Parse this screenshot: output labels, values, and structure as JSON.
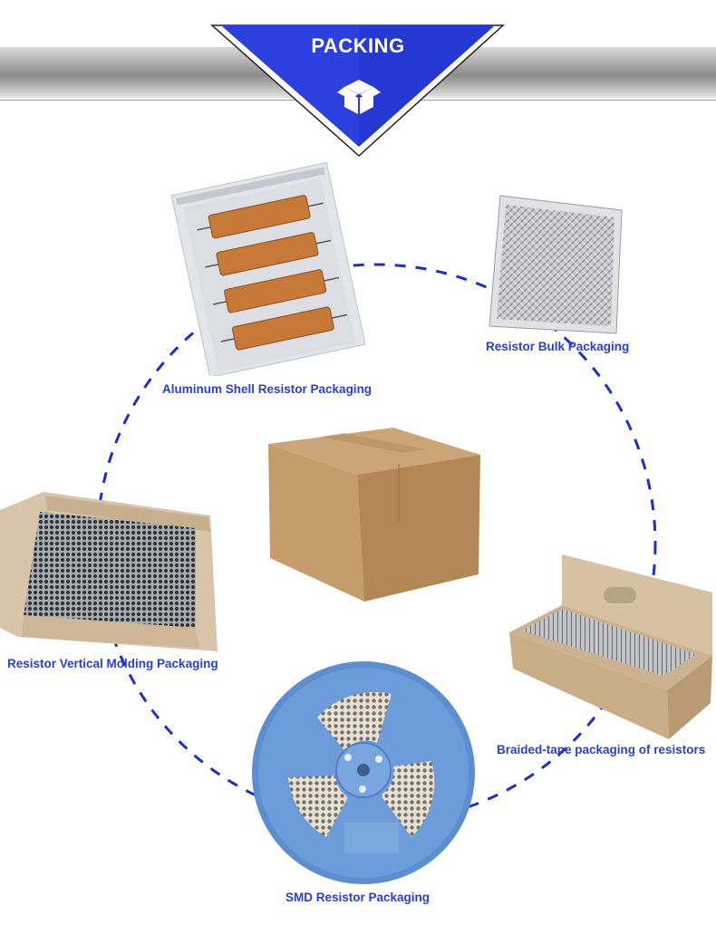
{
  "header": {
    "title": "PACKING",
    "icon": "box-icon",
    "colors": {
      "banner": "#2a3bd8",
      "bar": "#a0a0a0"
    }
  },
  "items": [
    {
      "caption": "Aluminum Shell Resistor Packaging"
    },
    {
      "caption": "Resistor Bulk Packaging"
    },
    {
      "caption": "Resistor Vertical Molding Packaging"
    },
    {
      "caption": "Braided-tape packaging of resistors"
    },
    {
      "caption": "SMD Resistor Packaging"
    }
  ],
  "center": {
    "icon": "cardboard-box-icon"
  },
  "accent_color": "#2a3fd6"
}
